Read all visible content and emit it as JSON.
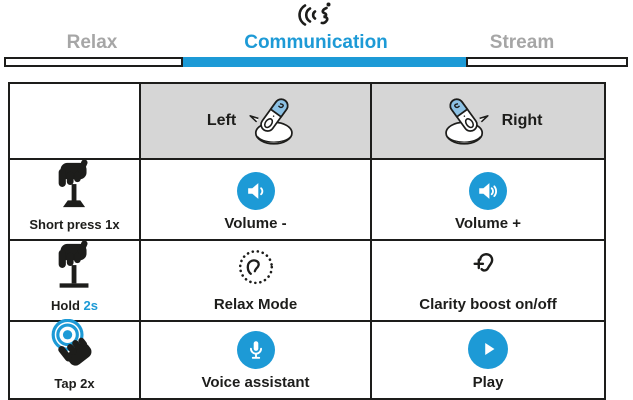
{
  "colors": {
    "accent_blue": "#1d9ad6",
    "tab_inactive_gray": "#a6a6a6",
    "header_cell_gray": "#d6d6d6",
    "ink_black": "#1d1d1b",
    "earbud_panel_blue": "#8cc1e4"
  },
  "header": {
    "icon": "speech-icon",
    "tabs": [
      {
        "label": "Relax",
        "active": false
      },
      {
        "label": "Communication",
        "active": true
      },
      {
        "label": "Stream",
        "active": false
      }
    ]
  },
  "table": {
    "columns": [
      {
        "label": ""
      },
      {
        "label": "Left",
        "icon": "left-earbud-icon"
      },
      {
        "label": "Right",
        "icon": "right-earbud-icon"
      }
    ],
    "rows": [
      {
        "gesture": {
          "label": "Short press 1x",
          "icon": "short-press-icon"
        },
        "left": {
          "label": "Volume -",
          "icon": "volume-down-icon"
        },
        "right": {
          "label": "Volume +",
          "icon": "volume-up-icon"
        }
      },
      {
        "gesture": {
          "label_prefix": "Hold ",
          "label_highlight": "2s",
          "icon": "hold-icon"
        },
        "left": {
          "label": "Relax Mode",
          "icon": "relax-mode-icon"
        },
        "right": {
          "label": "Clarity boost on/off",
          "icon": "clarity-boost-icon"
        }
      },
      {
        "gesture": {
          "label": "Tap 2x",
          "icon": "tap-icon"
        },
        "left": {
          "label": "Voice assistant",
          "icon": "voice-assistant-icon"
        },
        "right": {
          "label": "Play",
          "icon": "play-icon"
        }
      }
    ]
  }
}
